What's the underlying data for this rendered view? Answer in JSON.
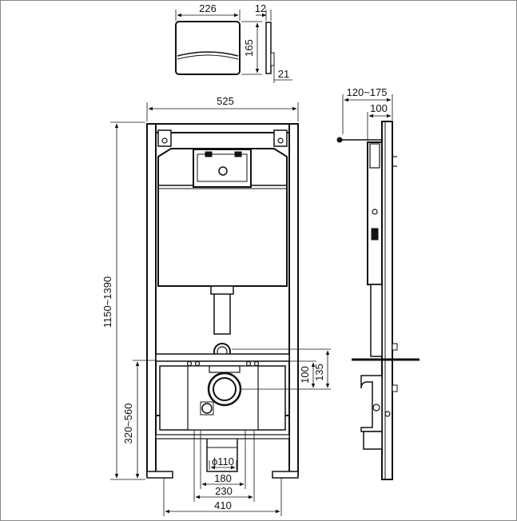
{
  "drawing": {
    "flush_plate": {
      "width": "226",
      "height": "165",
      "depth": "12",
      "offset": "21"
    },
    "frame_front": {
      "frame_width": "525",
      "height_range": "1150~1390",
      "bowl_mount_range": "320~560",
      "outlet_diameter": "ϕ110",
      "span_180": "180",
      "span_230": "230",
      "foot_spacing": "410"
    },
    "frame_side": {
      "wall_depth_range": "120~175",
      "depth": "100",
      "outlet_height_100": "100",
      "outlet_height_135": "135"
    }
  }
}
